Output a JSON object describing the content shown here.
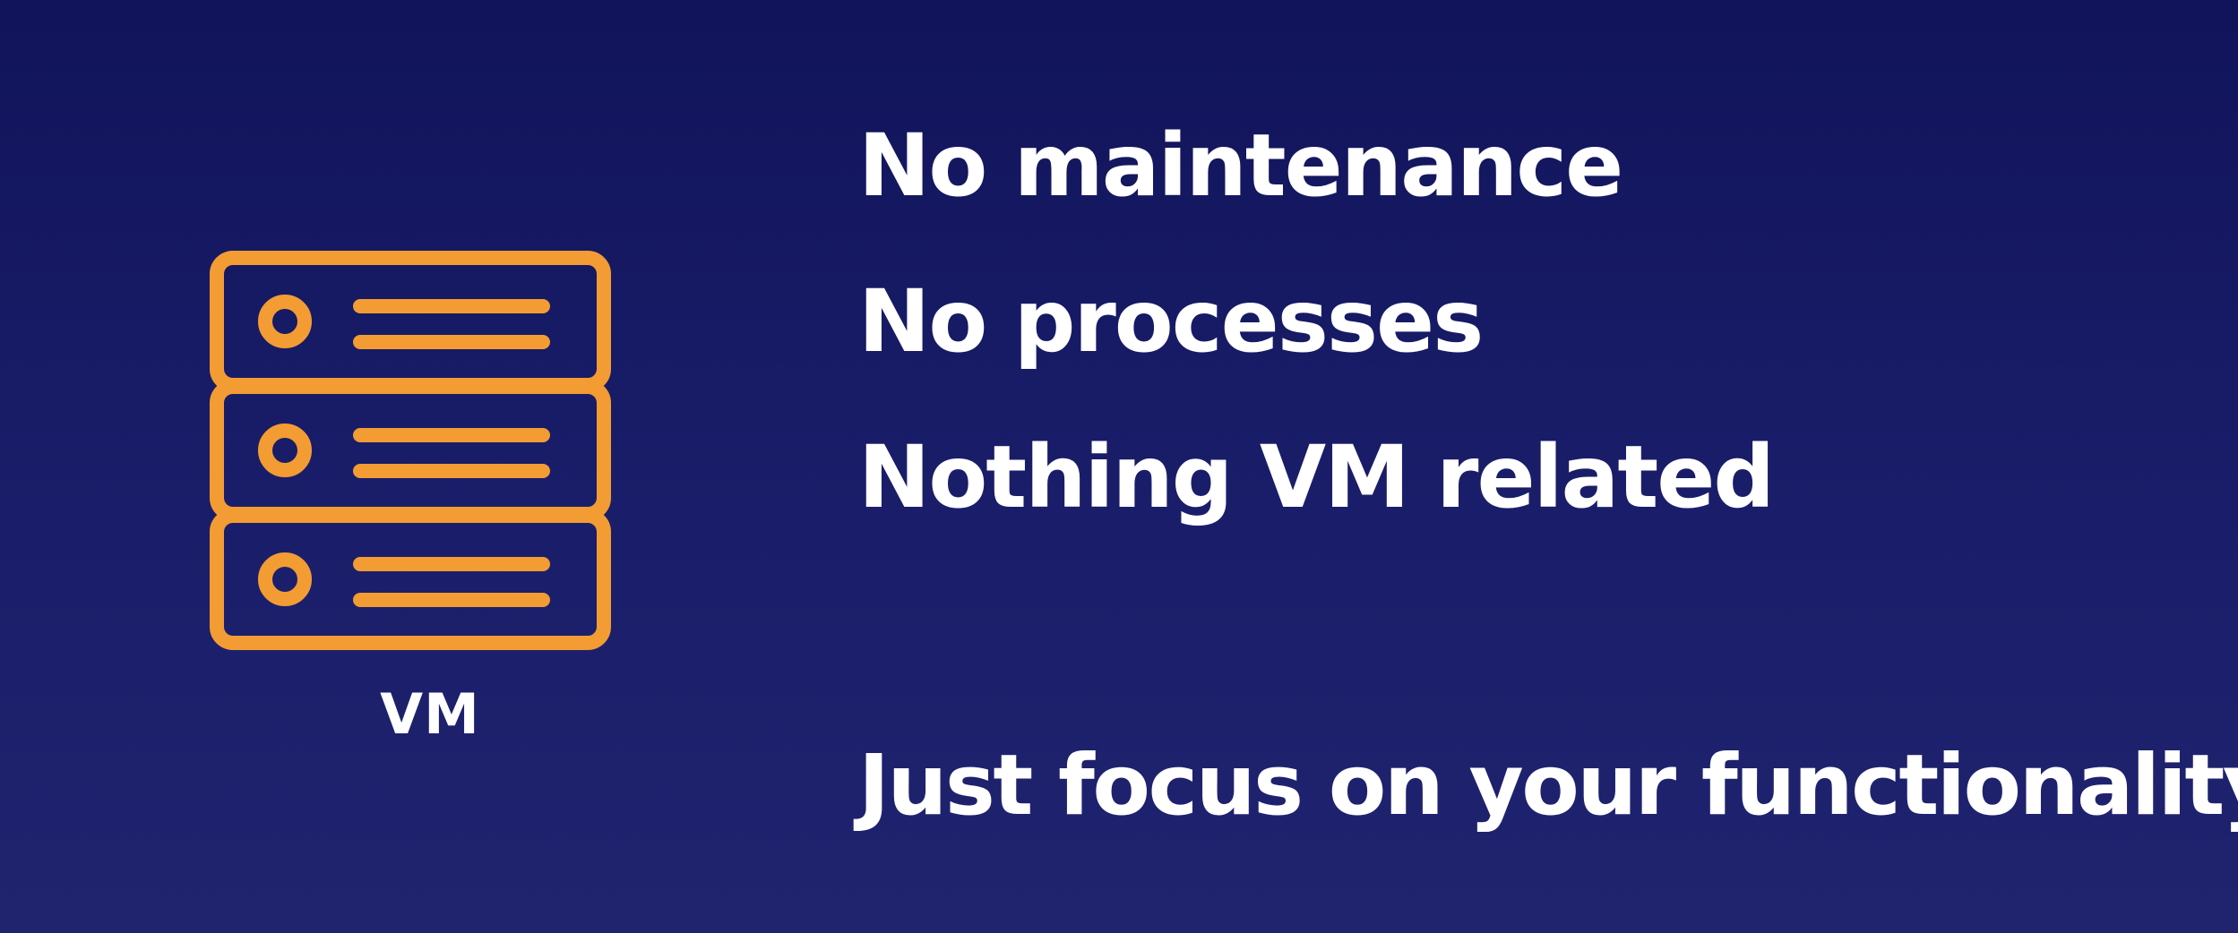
{
  "slide": {
    "icon": {
      "name": "server-rack-icon",
      "label": "VM",
      "color": "#f39c33"
    },
    "bullets": [
      "No maintenance",
      "No processes",
      "Nothing VM related"
    ],
    "tagline": "Just focus on your functionality!",
    "colors": {
      "background": "#161a64",
      "text": "#ffffff",
      "accent": "#f39c33"
    }
  }
}
